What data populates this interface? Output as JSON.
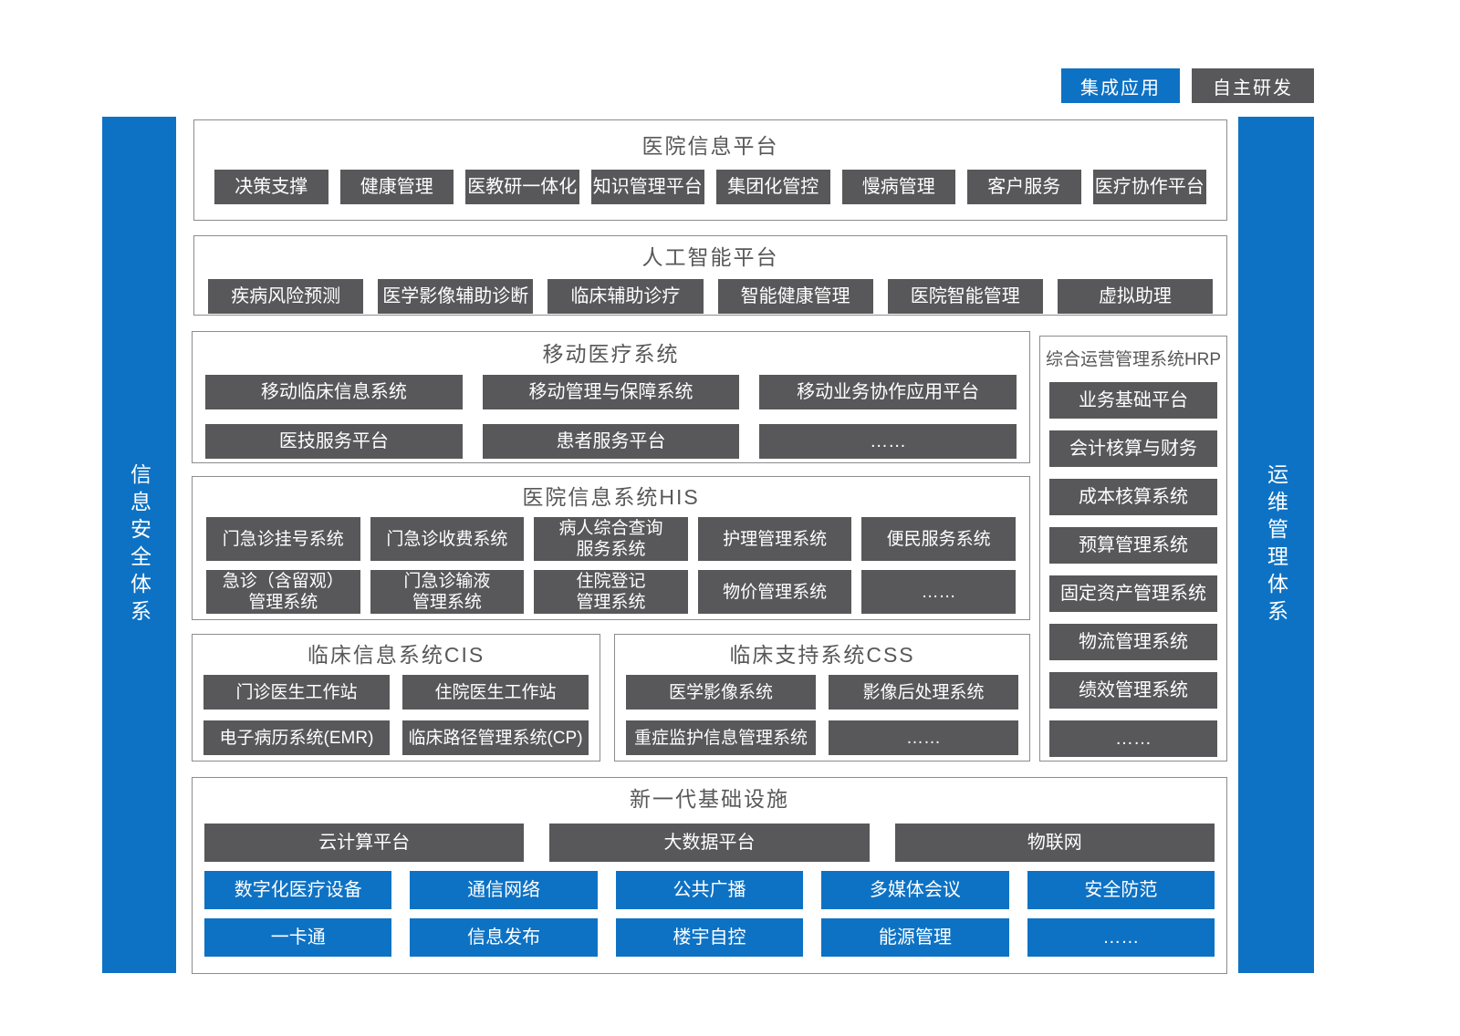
{
  "legend": {
    "integrated": "集成应用",
    "self_developed": "自主研发"
  },
  "colors": {
    "accent_blue": "#0E72C4",
    "block_dark": "#58585A",
    "section_border": "#8C8C8C",
    "title_text": "#595757"
  },
  "side_bars": {
    "left": "信息安全体系",
    "right": "运维管理体系"
  },
  "sections": {
    "hip": {
      "title": "医院信息平台",
      "items": [
        "决策支撑",
        "健康管理",
        "医教研一体化",
        "知识管理平台",
        "集团化管控",
        "慢病管理",
        "客户服务",
        "医疗协作平台"
      ]
    },
    "ai": {
      "title": "人工智能平台",
      "items": [
        "疾病风险预测",
        "医学影像辅助诊断",
        "临床辅助诊疗",
        "智能健康管理",
        "医院智能管理",
        "虚拟助理"
      ]
    },
    "mobile": {
      "title": "移动医疗系统",
      "rows": [
        [
          "移动临床信息系统",
          "移动管理与保障系统",
          "移动业务协作应用平台"
        ],
        [
          "医技服务平台",
          "患者服务平台",
          "……"
        ]
      ]
    },
    "hrp": {
      "title": "综合运营管理系统HRP",
      "items": [
        "业务基础平台",
        "会计核算与财务",
        "成本核算系统",
        "预算管理系统",
        "固定资产管理系统",
        "物流管理系统",
        "绩效管理系统",
        "……"
      ]
    },
    "his": {
      "title": "医院信息系统HIS",
      "rows": [
        [
          "门急诊挂号系统",
          "门急诊收费系统",
          "病人综合查询\n服务系统",
          "护理管理系统",
          "便民服务系统"
        ],
        [
          "急诊（含留观）\n管理系统",
          "门急诊输液\n管理系统",
          "住院登记\n管理系统",
          "物价管理系统",
          "……"
        ]
      ]
    },
    "cis": {
      "title": "临床信息系统CIS",
      "rows": [
        [
          "门诊医生工作站",
          "住院医生工作站"
        ],
        [
          "电子病历系统(EMR)",
          "临床路径管理系统(CP)"
        ]
      ]
    },
    "css": {
      "title": "临床支持系统CSS",
      "rows": [
        [
          "医学影像系统",
          "影像后处理系统"
        ],
        [
          "重症监护信息管理系统",
          "……"
        ]
      ]
    },
    "infra": {
      "title": "新一代基础设施",
      "dark_row": [
        "云计算平台",
        "大数据平台",
        "物联网"
      ],
      "blue_rows": [
        [
          "数字化医疗设备",
          "通信网络",
          "公共广播",
          "多媒体会议",
          "安全防范"
        ],
        [
          "一卡通",
          "信息发布",
          "楼宇自控",
          "能源管理",
          "……"
        ]
      ]
    }
  }
}
